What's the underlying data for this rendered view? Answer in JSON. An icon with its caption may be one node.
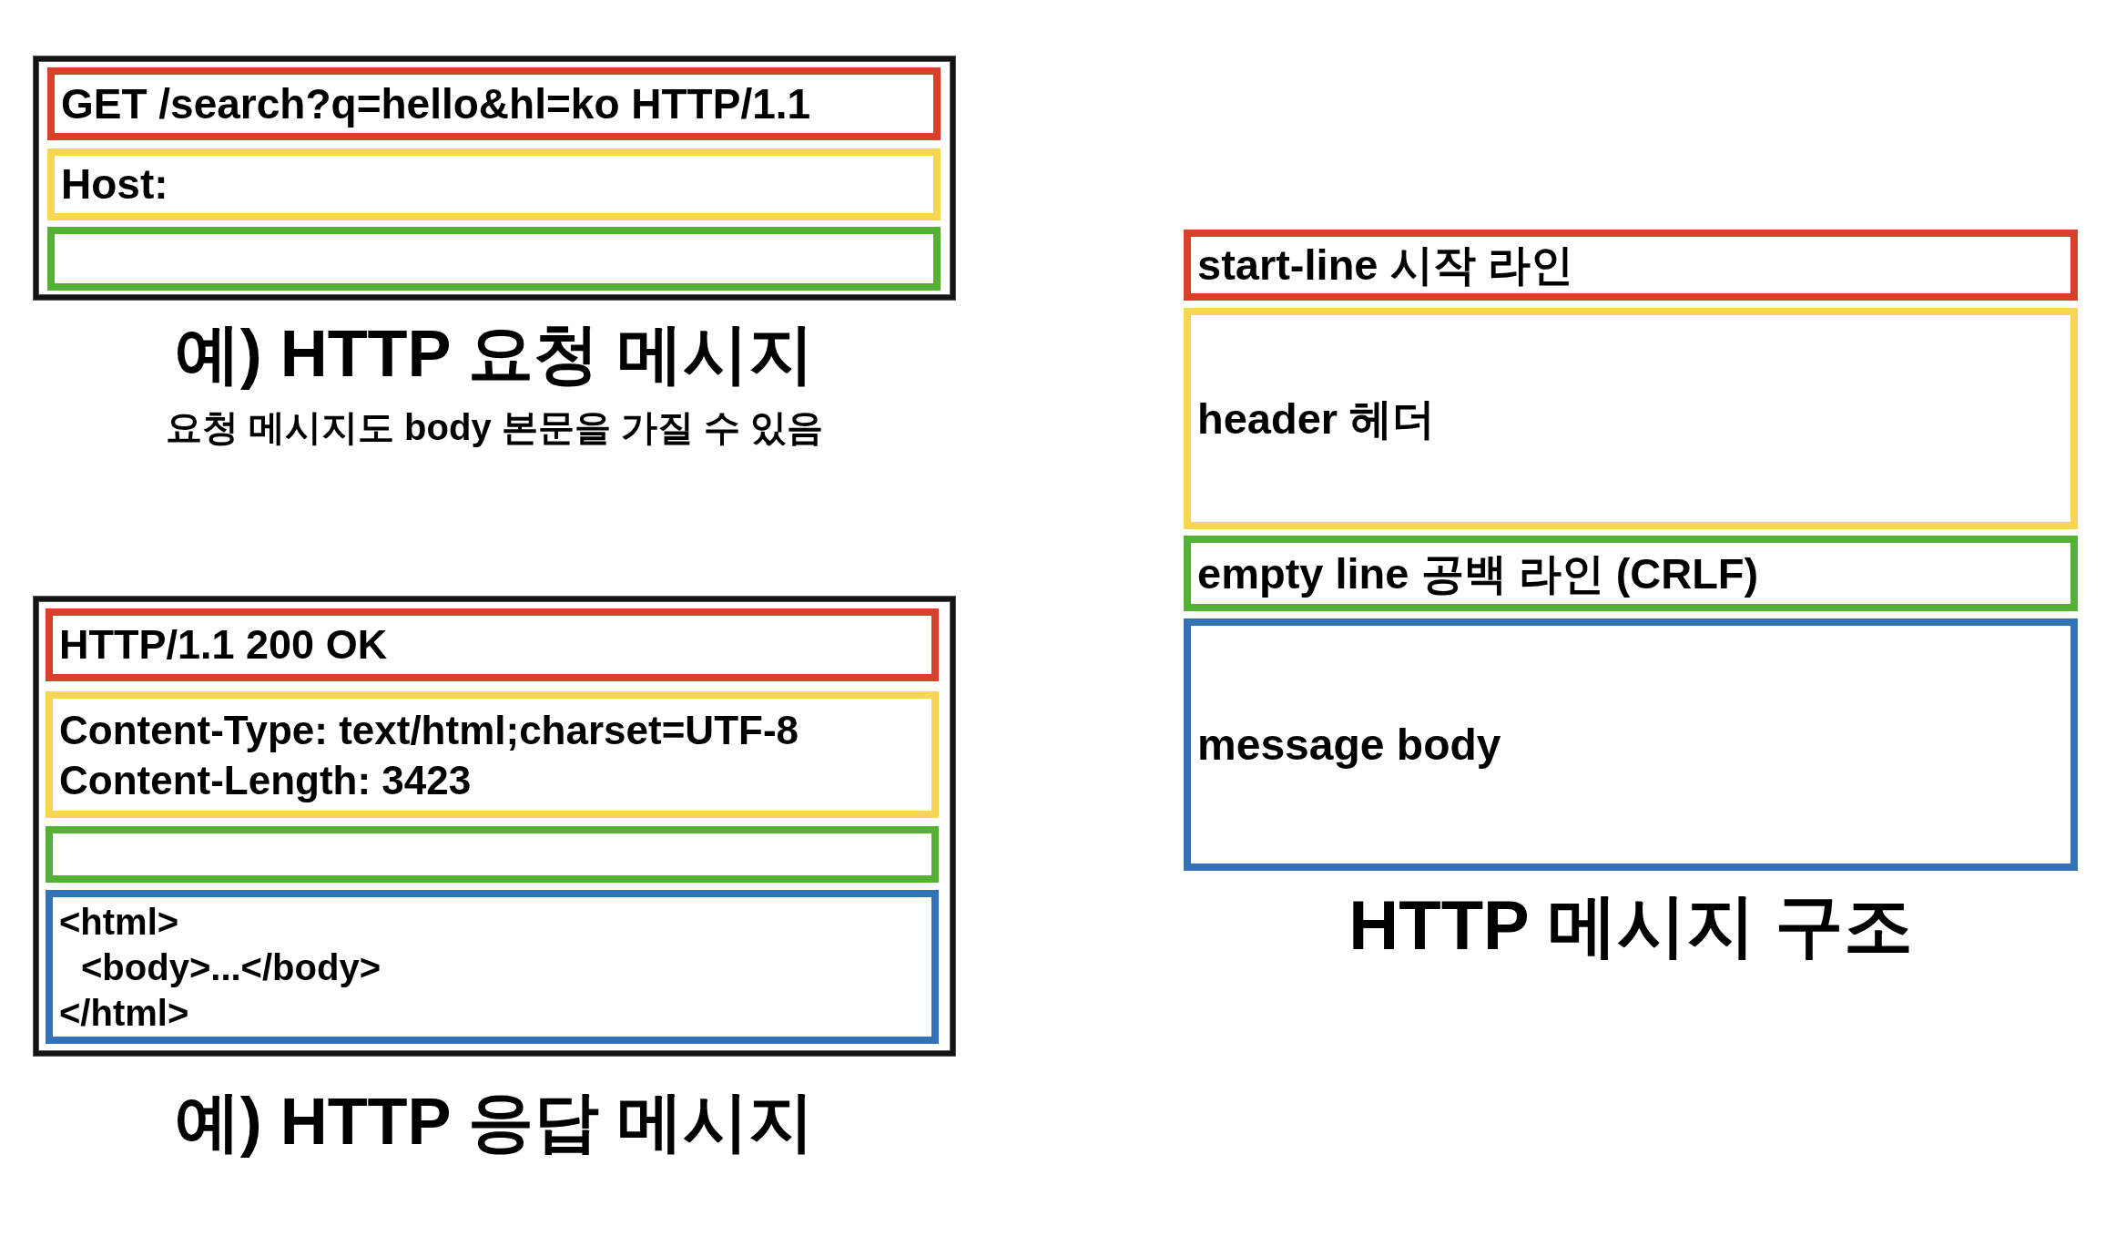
{
  "diagram": {
    "nodes": [
      {
        "text": [
          "예) HTTP 요청 메시지"
        ],
        "beside": [
          "요청 메시지도 body 본문을 가질 수 있음"
        ]
      },
      {
        "text": [
          "GET /search?q=hello&hl=ko HTTP/1.1"
        ],
        "in": 0
      },
      {
        "text": [
          "Host:"
        ],
        "in": 0
      },
      {
        "text": [],
        "shape": "box",
        "in": 0
      },
      {
        "text": [
          "예) HTTP 응답 메시지"
        ]
      },
      {
        "text": [
          "HTTP/1.1 200 OK"
        ],
        "in": 4
      },
      {
        "text": [
          "Content-Type: text/html;charset=UTF-8",
          "Content-Length: 3423"
        ],
        "in": 4
      },
      {
        "text": [],
        "shape": "box",
        "in": 4
      },
      {
        "text": [
          "<html>",
          "<body>...</body>",
          "</html>"
        ],
        "in": 4
      },
      {
        "text": [
          "start-line 시작 라인"
        ]
      },
      {
        "text": [
          "header 헤더"
        ]
      },
      {
        "text": [
          "empty line 공백 라인 (CRLF)"
        ]
      },
      {
        "text": [
          "message body"
        ]
      }
    ],
    "labels": [
      "HTTP 메시지 구조"
    ]
  }
}
